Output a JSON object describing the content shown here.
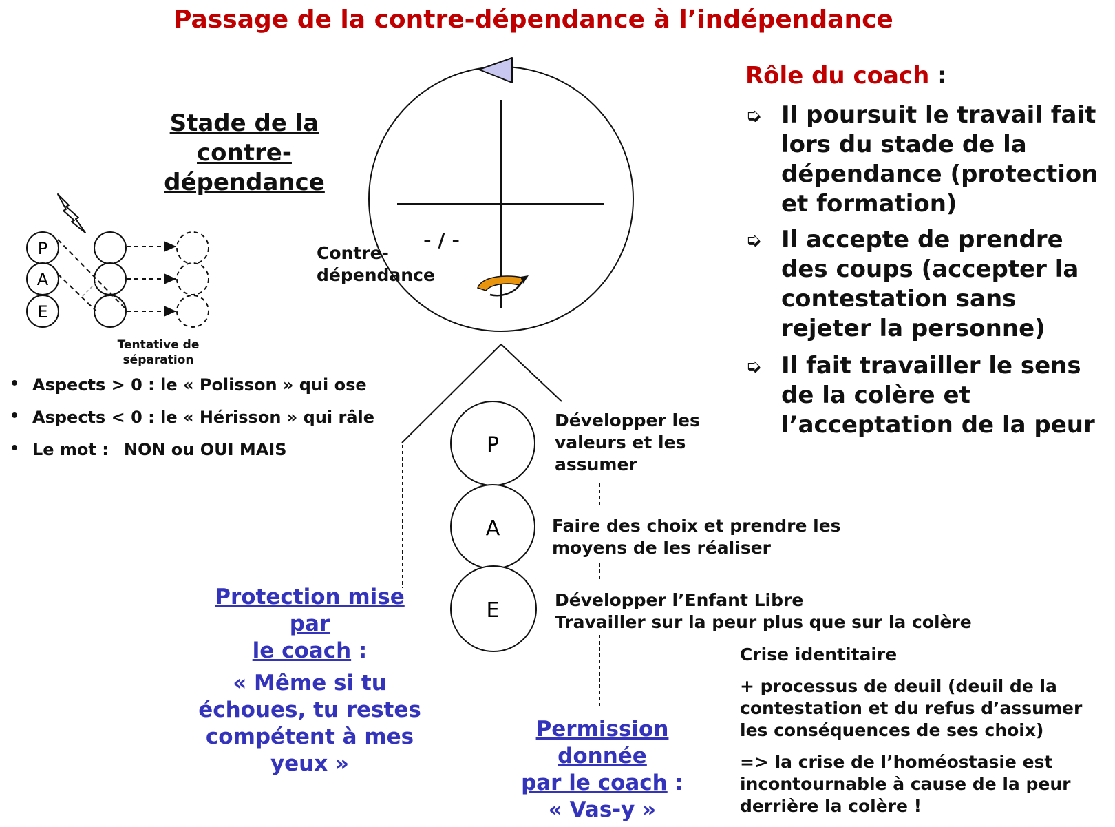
{
  "title": "Passage de la contre-dépendance à l’indépendance",
  "stage_title": [
    "Stade de la",
    "contre-",
    "dépendance"
  ],
  "left_diagram": {
    "ego_states": [
      "P",
      "A",
      "E"
    ],
    "caption": [
      "Tentative de",
      "séparation"
    ]
  },
  "aspects": [
    {
      "bullet": "•",
      "text": "Aspects > 0 : le « Polisson » qui ose"
    },
    {
      "bullet": "•",
      "text": "Aspects < 0 : le « Hérisson » qui râle"
    },
    {
      "bullet": "•",
      "label": "Le mot :",
      "text": "NON ou OUI MAIS"
    }
  ],
  "circle": {
    "label": [
      "Contre-",
      "dépendance"
    ],
    "sign": "- / -"
  },
  "role": {
    "title": "Rôle du coach",
    "colon": " :",
    "bullet": "➭",
    "items": [
      "Il poursuit le travail fait lors du stade de la dépendance (protection et formation)",
      "Il accepte de prendre des coups (accepter la contestation sans rejeter la personne)",
      "Il fait travailler le sens de la colère et l’acceptation de la peur"
    ]
  },
  "pae": {
    "states": [
      "P",
      "A",
      "E"
    ],
    "p_desc": [
      "Développer les",
      "valeurs et les",
      "assumer"
    ],
    "a_desc": [
      "Faire des choix et prendre les",
      "moyens de les réaliser"
    ],
    "e_desc": [
      "Développer l’Enfant Libre",
      "Travailler sur la peur plus que sur la colère"
    ]
  },
  "protection": {
    "title": [
      "Protection mise par",
      "le coach"
    ],
    "colon": " :",
    "quote": [
      "« Même si tu",
      "échoues, tu restes",
      "compétent à mes",
      "yeux »"
    ]
  },
  "permission": {
    "title": [
      "Permission donnée",
      "par le coach"
    ],
    "colon": " :",
    "quote": "« Vas-y »"
  },
  "crisis": [
    "Crise identitaire",
    "+ processus de deuil (deuil de la contestation et du refus d’assumer les conséquences de ses choix)",
    "=> la crise de l’homéostasie est incontournable à cause de la peur derrière la colère !"
  ],
  "colors": {
    "title_red": "#c00000",
    "link_blue": "#3333bb",
    "arrow_fill": "#c8c8f0",
    "cycle_orange": "#e8940c"
  }
}
